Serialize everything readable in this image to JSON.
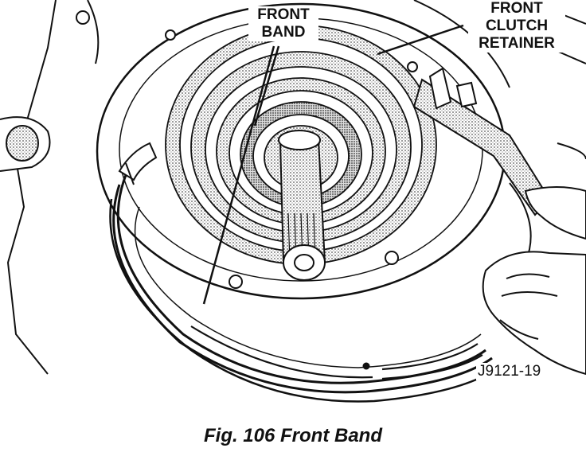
{
  "callouts": {
    "front_band": [
      "FRONT",
      "BAND"
    ],
    "front_clutch_retainer": [
      "FRONT",
      "CLUTCH",
      "RETAINER"
    ]
  },
  "figure_id": "J9121-19",
  "caption": "Fig. 106 Front Band"
}
